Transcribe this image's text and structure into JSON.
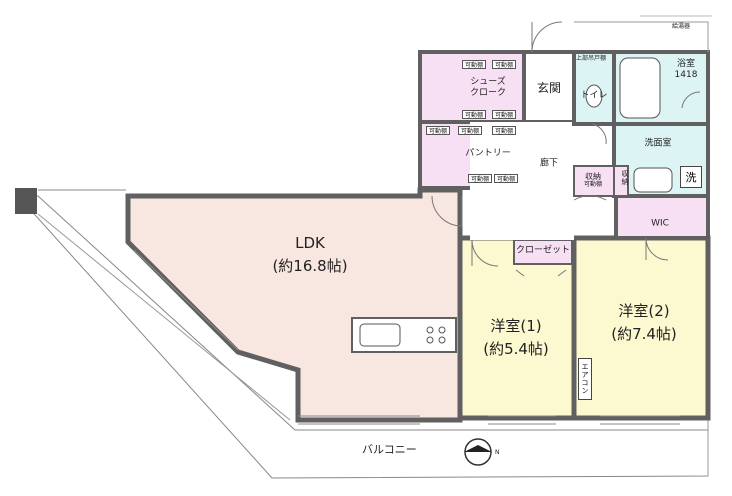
{
  "rooms": {
    "ldk": {
      "name": "LDK",
      "size": "(約16.8帖)"
    },
    "western1": {
      "name": "洋室(1)",
      "size": "(約5.4帖)"
    },
    "western2": {
      "name": "洋室(2)",
      "size": "(約7.4帖)"
    },
    "genkan": "玄関",
    "toilet": "トイレ",
    "bath": {
      "name": "浴室",
      "size": "1418"
    },
    "washroom": "洗面室",
    "corridor": "廊下",
    "shoes_cloak": {
      "line1": "シューズ",
      "line2": "クローク"
    },
    "pantry": "パントリー",
    "closet": "クローゼット",
    "wic": "WIC",
    "storage_main": "収納",
    "storage_sub": "可動棚",
    "storage_narrow": "収納"
  },
  "fixtures": {
    "shelf": "可動棚",
    "upper_shelf": "上部吊戸棚",
    "water_heater": "給湯器",
    "washer": "洗",
    "aircon": "エアコン"
  },
  "exterior": {
    "balcony": "バルコニー",
    "north_mark": "N"
  },
  "colors": {
    "ldk": "#f8e6e0",
    "western": "#fcf8d0",
    "purple": "#f8e0f4",
    "water": "#dcf4f4",
    "wall": "#606060",
    "corridor": "#ffffff"
  }
}
